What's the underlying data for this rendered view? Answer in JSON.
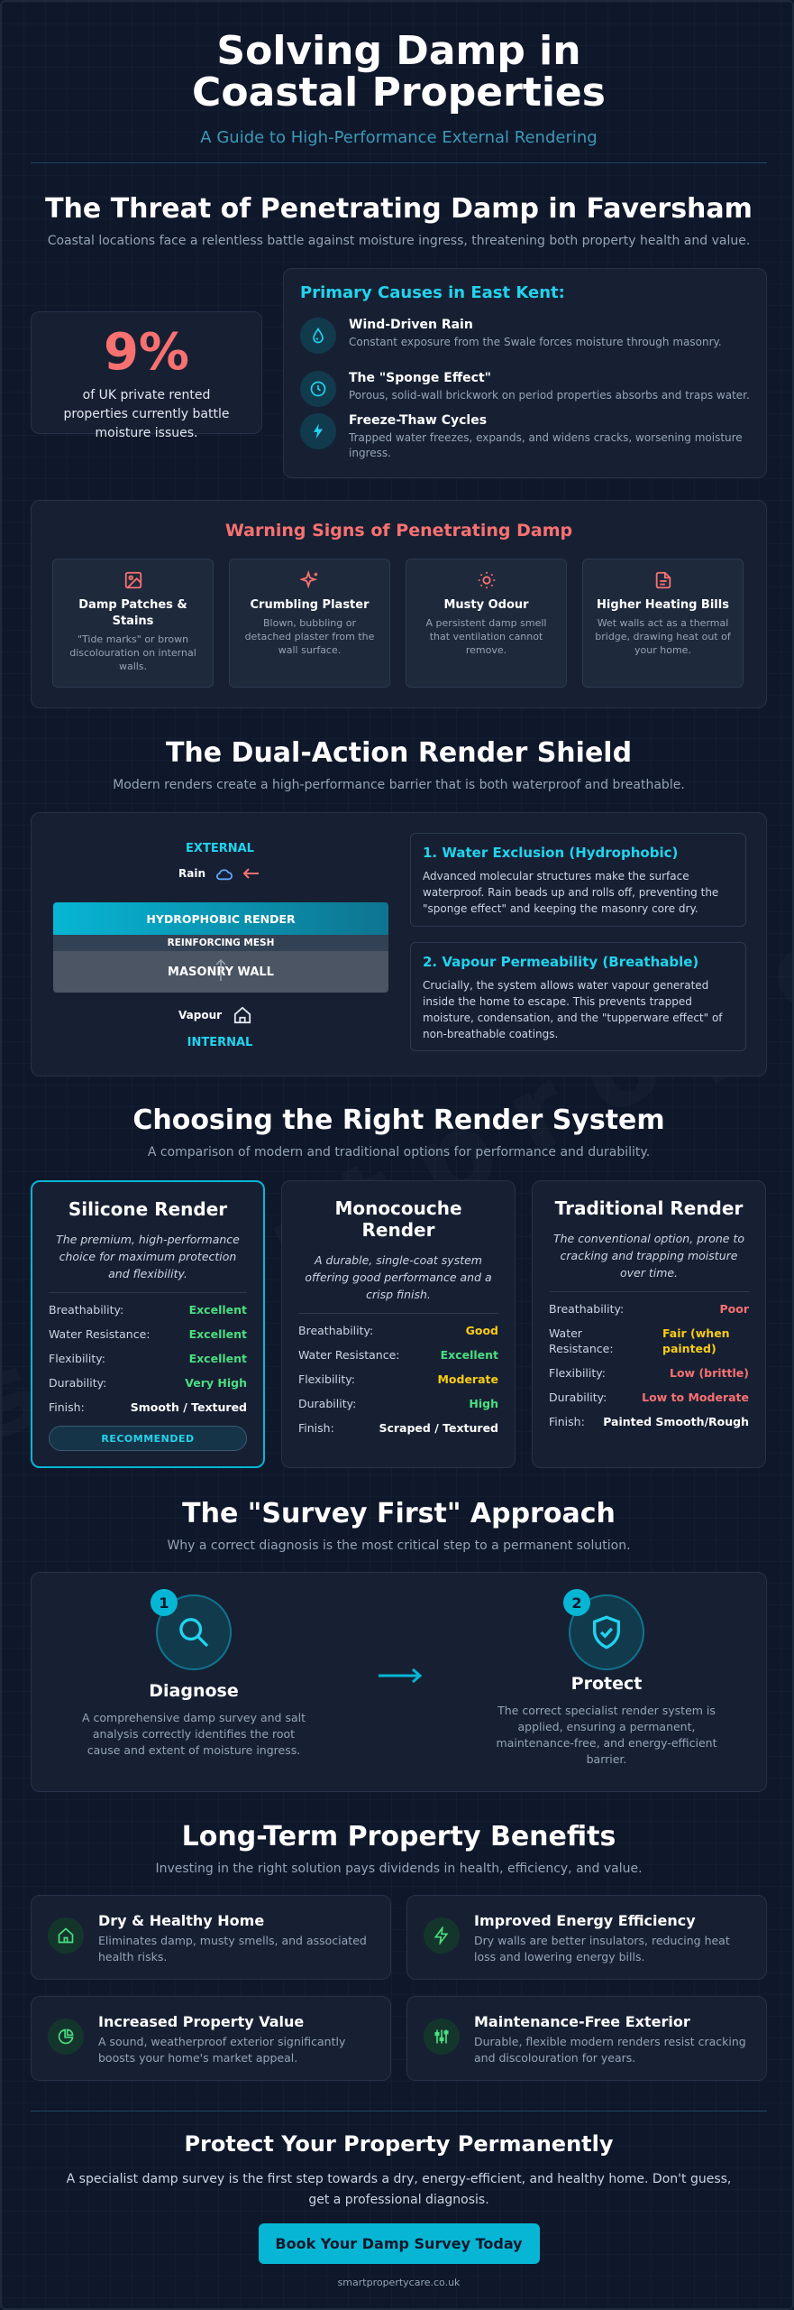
{
  "header": {
    "title": "Solving Damp in Coastal Properties",
    "subtitle": "A Guide to High-Performance External Rendering"
  },
  "threat": {
    "title": "The Threat of Penetrating Damp in Faversham",
    "subtitle": "Coastal locations face a relentless battle against moisture ingress, threatening both property health and value.",
    "stat_value": "9%",
    "stat_text": "of UK private rented properties currently battle moisture issues.",
    "causes_title": "Primary Causes in East Kent:",
    "causes": [
      {
        "icon": "rain-drop-icon",
        "title": "Wind-Driven Rain",
        "desc": "Constant exposure from the Swale forces moisture through masonry."
      },
      {
        "icon": "clock-icon",
        "title": "The \"Sponge Effect\"",
        "desc": "Porous, solid-wall brickwork on period properties absorbs and traps water."
      },
      {
        "icon": "crack-icon",
        "title": "Freeze-Thaw Cycles",
        "desc": "Trapped water freezes, expands, and widens cracks, worsening moisture ingress."
      }
    ]
  },
  "warning": {
    "title": "Warning Signs of Penetrating Damp",
    "signs": [
      {
        "icon": "image-icon",
        "title": "Damp Patches & Stains",
        "desc": "\"Tide marks\" or brown discolouration on internal walls."
      },
      {
        "icon": "sparkle-icon",
        "title": "Crumbling Plaster",
        "desc": "Blown, bubbling or detached plaster from the wall surface."
      },
      {
        "icon": "sun-icon",
        "title": "Musty Odour",
        "desc": "A persistent damp smell that ventilation cannot remove."
      },
      {
        "icon": "document-icon",
        "title": "Higher Heating Bills",
        "desc": "Wet walls act as a thermal bridge, drawing heat out of your home."
      }
    ]
  },
  "shield": {
    "title": "The Dual-Action Render Shield",
    "subtitle": "Modern renders create a high-performance barrier that is both waterproof and breathable.",
    "external_label": "EXTERNAL",
    "internal_label": "INTERNAL",
    "rain_label": "Rain",
    "vapour_label": "Vapour",
    "layers": [
      "HYDROPHOBIC RENDER",
      "REINFORCING MESH",
      "MASONRY WALL"
    ],
    "points": [
      {
        "title": "1. Water Exclusion (Hydrophobic)",
        "desc": "Advanced molecular structures make the surface waterproof. Rain beads up and rolls off, preventing the \"sponge effect\" and keeping the masonry core dry."
      },
      {
        "title": "2. Vapour Permeability (Breathable)",
        "desc": "Crucially, the system allows water vapour generated inside the home to escape. This prevents trapped moisture, condensation, and the \"tupperware effect\" of non-breathable coatings."
      }
    ]
  },
  "compare": {
    "title": "Choosing the Right Render System",
    "subtitle": "A comparison of modern and traditional options for performance and durability.",
    "systems": [
      {
        "name": "Silicone Render",
        "desc": "The premium, high-performance choice for maximum protection and flexibility.",
        "rows": [
          {
            "label": "Breathability:",
            "value": "Excellent",
            "tone": "good"
          },
          {
            "label": "Water Resistance:",
            "value": "Excellent",
            "tone": "good"
          },
          {
            "label": "Flexibility:",
            "value": "Excellent",
            "tone": "good"
          },
          {
            "label": "Durability:",
            "value": "Very High",
            "tone": "good"
          },
          {
            "label": "Finish:",
            "value": "Smooth / Textured",
            "tone": "white"
          }
        ],
        "badge": "RECOMMENDED"
      },
      {
        "name": "Monocouche Render",
        "desc": "A durable, single-coat system offering good performance and a crisp finish.",
        "rows": [
          {
            "label": "Breathability:",
            "value": "Good",
            "tone": "mid"
          },
          {
            "label": "Water Resistance:",
            "value": "Excellent",
            "tone": "good"
          },
          {
            "label": "Flexibility:",
            "value": "Moderate",
            "tone": "mid"
          },
          {
            "label": "Durability:",
            "value": "High",
            "tone": "good"
          },
          {
            "label": "Finish:",
            "value": "Scraped / Textured",
            "tone": "white"
          }
        ]
      },
      {
        "name": "Traditional Render",
        "desc": "The conventional option, prone to cracking and trapping moisture over time.",
        "rows": [
          {
            "label": "Breathability:",
            "value": "Poor",
            "tone": "bad"
          },
          {
            "label": "Water Resistance:",
            "value": "Fair (when painted)",
            "tone": "mid"
          },
          {
            "label": "Flexibility:",
            "value": "Low (brittle)",
            "tone": "bad"
          },
          {
            "label": "Durability:",
            "value": "Low to Moderate",
            "tone": "bad"
          },
          {
            "label": "Finish:",
            "value": "Painted Smooth/Rough",
            "tone": "white"
          }
        ]
      }
    ]
  },
  "survey": {
    "title": "The \"Survey First\" Approach",
    "subtitle": "Why a correct diagnosis is the most critical step to a permanent solution.",
    "steps": [
      {
        "num": "1",
        "icon": "magnifier-icon",
        "title": "Diagnose",
        "desc": "A comprehensive damp survey and salt analysis correctly identifies the root cause and extent of moisture ingress."
      },
      {
        "num": "2",
        "icon": "shield-check-icon",
        "title": "Protect",
        "desc": "The correct specialist render system is applied, ensuring a permanent, maintenance-free, and energy-efficient barrier."
      }
    ]
  },
  "benefits": {
    "title": "Long-Term Property Benefits",
    "subtitle": "Investing in the right solution pays dividends in health, efficiency, and value.",
    "items": [
      {
        "icon": "home-icon",
        "title": "Dry & Healthy Home",
        "desc": "Eliminates damp, musty smells, and associated health risks."
      },
      {
        "icon": "bolt-icon",
        "title": "Improved Energy Efficiency",
        "desc": "Dry walls are better insulators, reducing heat loss and lowering energy bills."
      },
      {
        "icon": "pie-chart-icon",
        "title": "Increased Property Value",
        "desc": "A sound, weatherproof exterior significantly boosts your home's market appeal."
      },
      {
        "icon": "sliders-icon",
        "title": "Maintenance-Free Exterior",
        "desc": "Durable, flexible modern renders resist cracking and discolouration for years."
      }
    ]
  },
  "cta": {
    "title": "Protect Your Property Permanently",
    "text": "A specialist damp survey is the first step towards a dry, energy-efficient, and healthy home. Don't guess, get a professional diagnosis.",
    "button": "Book Your Damp Survey Today",
    "url": "smartpropertycare.co.uk"
  },
  "watermark": "smartpropertycare",
  "colors": {
    "background": "#0f172a",
    "accent": "#22d3ee",
    "warning": "#f87171",
    "good": "#4ade80",
    "moderate": "#facc15"
  }
}
